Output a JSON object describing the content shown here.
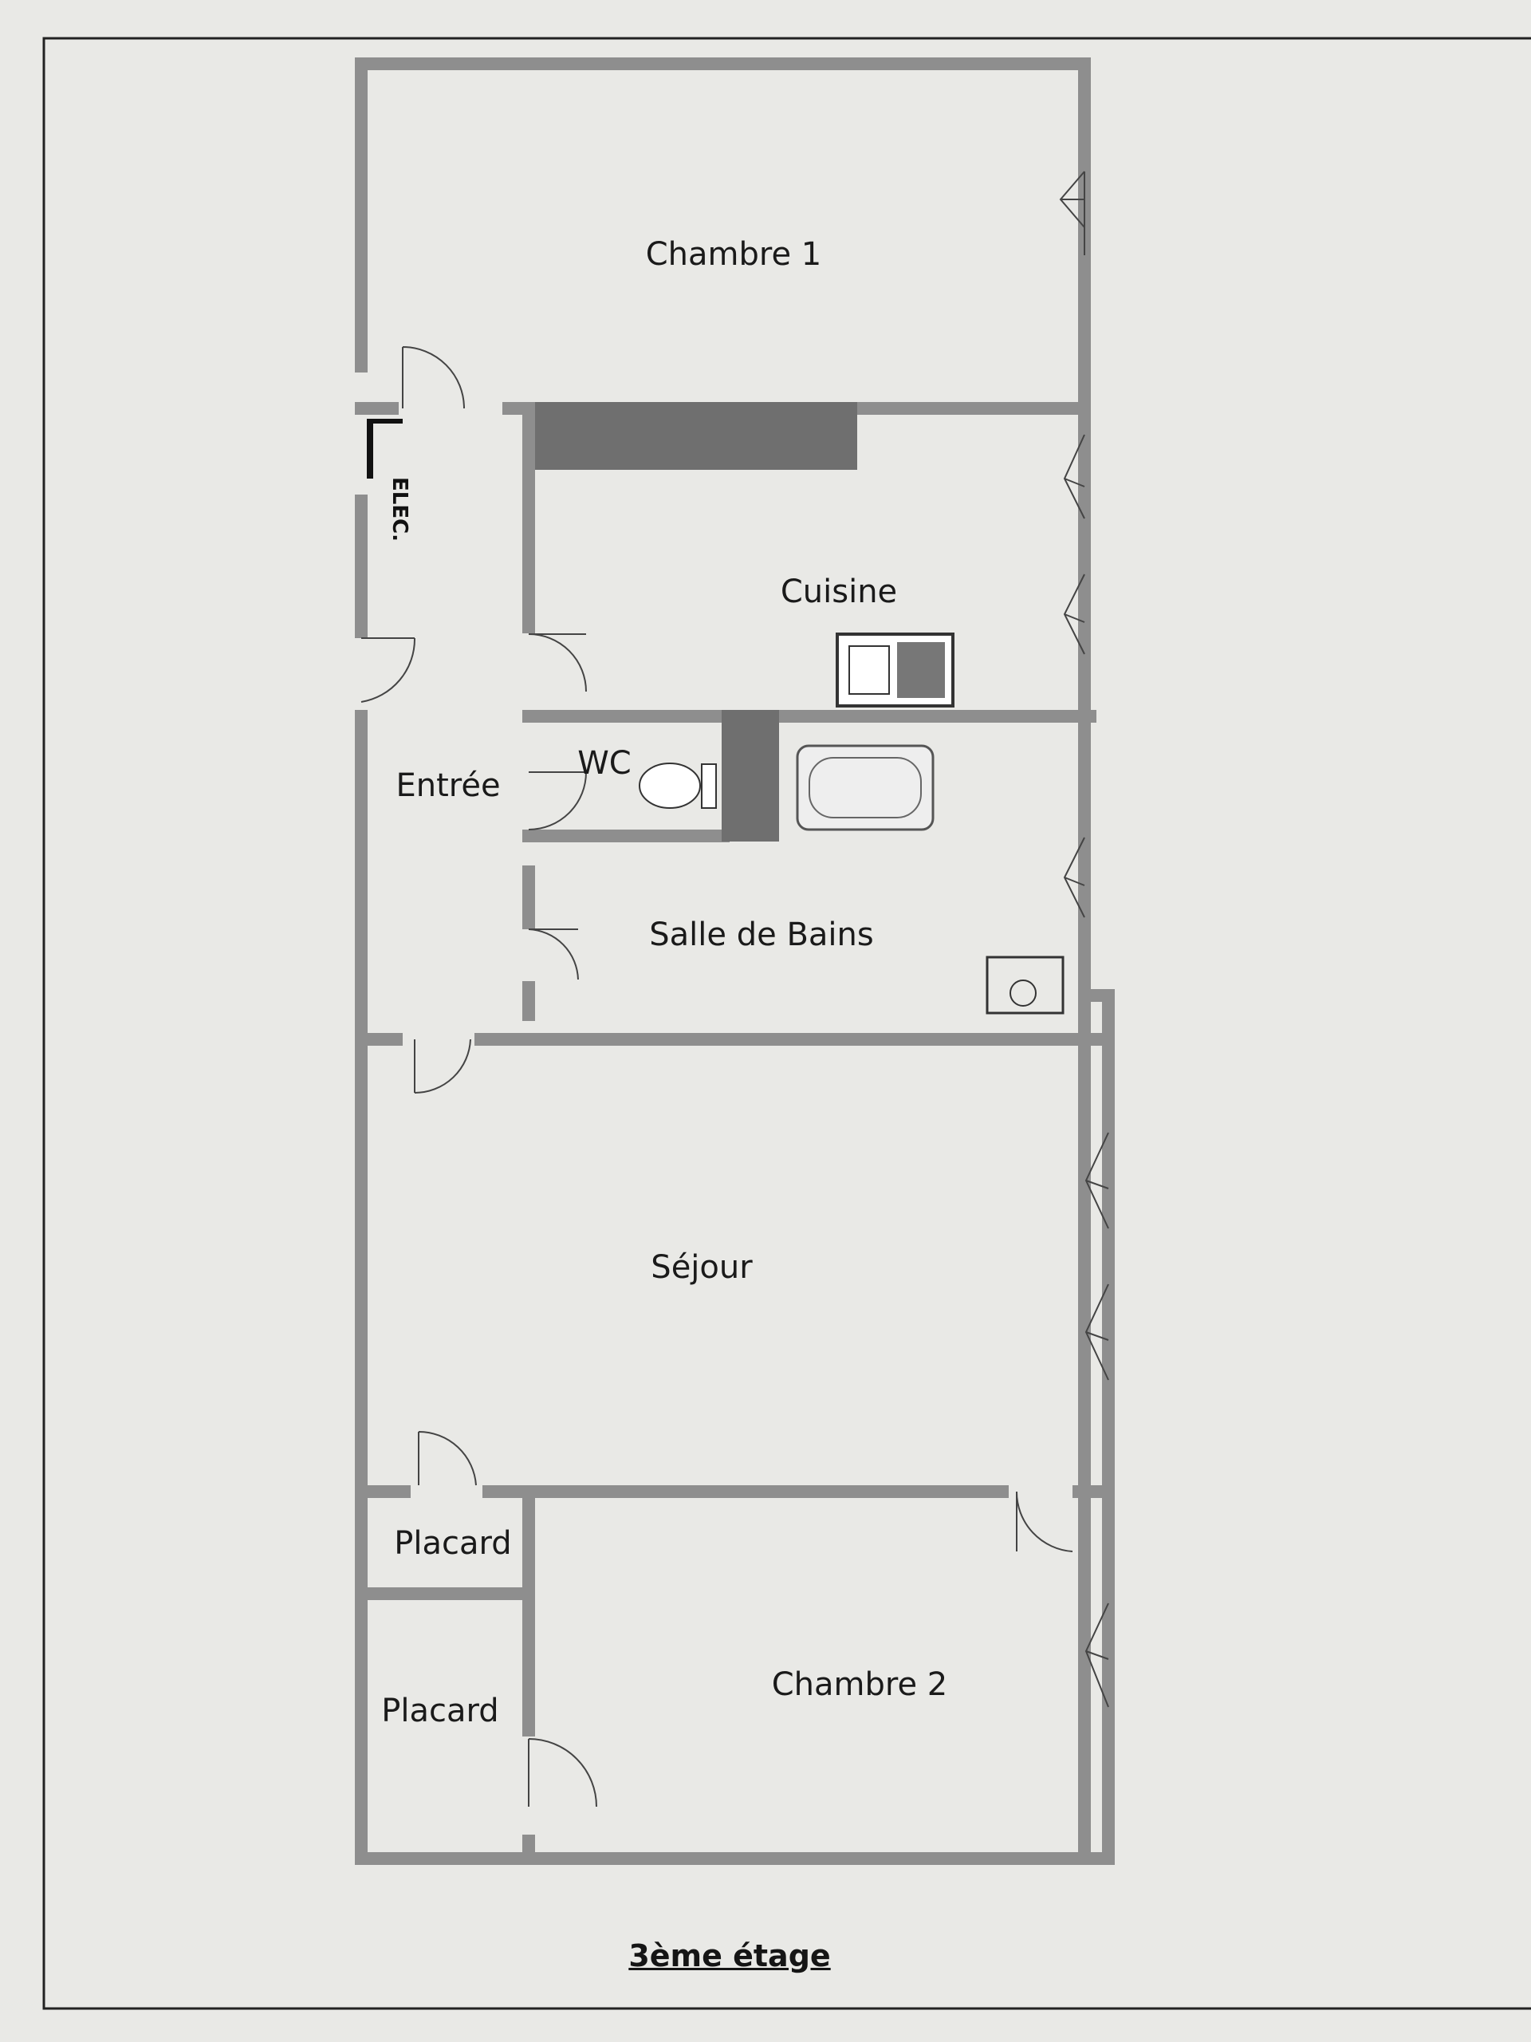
{
  "floor_label": "3ème étage",
  "rooms": {
    "chambre1": "Chambre 1",
    "cuisine": "Cuisine",
    "entree": "Entrée",
    "wc": "WC",
    "salle_de_bains": "Salle de Bains",
    "sejour": "Séjour",
    "placard_haut": "Placard",
    "placard_bas": "Placard",
    "chambre2": "Chambre 2"
  },
  "elec_label": "ELEC.",
  "colors": {
    "wall": "#8e8e8e",
    "dark_block": "#6f6f6f",
    "line": "#3a3a3a",
    "paper": "#e9e9e6"
  }
}
